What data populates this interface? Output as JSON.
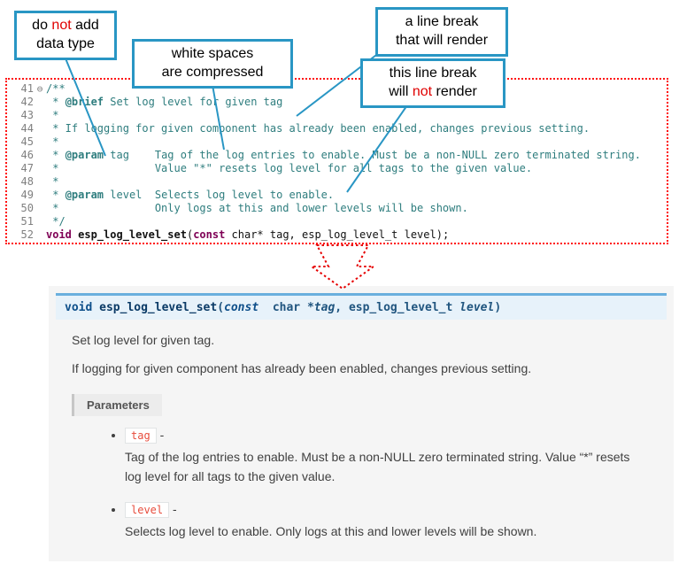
{
  "colors": {
    "callout_accent": "#2996c4",
    "highlight_red": "#e00000",
    "code_comment_teal": "#2e7d7e",
    "code_keyword_purple": "#7f0055",
    "frame_dotted_red": "#ff1111",
    "signature_bg": "#e7f2fa",
    "signature_border_blue": "#6ab0de",
    "inline_code_red": "#e74c3c",
    "docs_panel_bg": "#f5f5f5"
  },
  "callouts": {
    "datatype": {
      "l1a": "do ",
      "l1b": "not",
      "l1c": " add",
      "l2": "data type"
    },
    "whitespace": {
      "l1": "white spaces",
      "l2": "are compressed"
    },
    "break_render": {
      "l1": "a line break",
      "l2": "that will render"
    },
    "break_norender": {
      "l1": "this line break",
      "l2a": "will ",
      "l2b": "not",
      "l2c": " render"
    }
  },
  "code": {
    "lines": [
      {
        "no": "41",
        "fold": "⊖",
        "text": "/**"
      },
      {
        "no": "42",
        "pre": " * ",
        "tag": "@brief",
        "rest": " Set log level for given tag"
      },
      {
        "no": "43",
        "text": " *"
      },
      {
        "no": "44",
        "text": " * If logging for given component has already been enabled, changes previous setting."
      },
      {
        "no": "45",
        "text": " *"
      },
      {
        "no": "46",
        "pre": " * ",
        "tag": "@param",
        "rest": " tag    Tag of the log entries to enable. Must be a non-NULL zero terminated string."
      },
      {
        "no": "47",
        "text": " *               Value \"*\" resets log level for all tags to the given value."
      },
      {
        "no": "48",
        "text": " *"
      },
      {
        "no": "49",
        "pre": " * ",
        "tag": "@param",
        "rest": " level  Selects log level to enable."
      },
      {
        "no": "50",
        "text": " *               Only logs at this and lower levels will be shown."
      },
      {
        "no": "51",
        "text": " */"
      },
      {
        "no": "52",
        "kw1": "void",
        "fn": " esp_log_level_set",
        "br": "(",
        "kw2": "const",
        "rest": " char* tag, esp_log_level_t level);"
      }
    ]
  },
  "docs": {
    "signature": {
      "ret": "void",
      "name": " esp_log_level_set",
      "open": "(",
      "kconst": "const",
      "t1": "  char *",
      "a1": "tag",
      "comma": ", ",
      "t2": "esp_log_level_t ",
      "a2": "level",
      "close": ")"
    },
    "brief": "Set log level for given tag.",
    "detail": "If logging for given component has already been enabled, changes previous setting.",
    "parameters_label": "Parameters",
    "params": [
      {
        "name": "tag",
        "sep": " -",
        "desc": "Tag of the log entries to enable. Must be a non-NULL zero terminated string. Value “*” resets log level for all tags to the given value."
      },
      {
        "name": "level",
        "sep": " -",
        "desc": "Selects log level to enable. Only logs at this and lower levels will be shown."
      }
    ]
  }
}
